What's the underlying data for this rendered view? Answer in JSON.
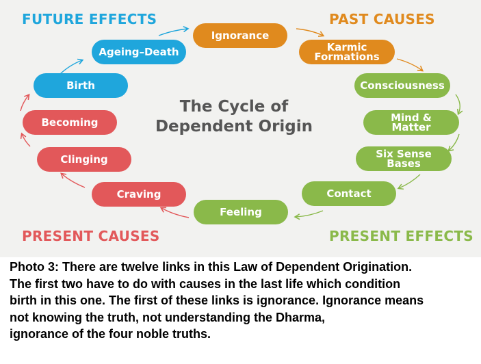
{
  "corners": {
    "future_effects": "FUTURE EFFECTS",
    "past_causes": "PAST CAUSES",
    "present_causes": "PRESENT CAUSES",
    "present_effects": "PRESENT EFFECTS"
  },
  "center_title": "The Cycle of\nDependent Origin",
  "links": {
    "ignorance": "Ignorance",
    "karmic_formations": "Karmic\nFormations",
    "consciousness": "Consciousness",
    "mind_matter": "Mind &\nMatter",
    "six_sense_bases": "Six Sense\nBases",
    "contact": "Contact",
    "feeling": "Feeling",
    "craving": "Craving",
    "clinging": "Clinging",
    "becoming": "Becoming",
    "birth": "Birth",
    "ageing_death": "Ageing–Death"
  },
  "colors": {
    "orange": "#e08a1e",
    "green": "#8ab94a",
    "red": "#e2585a",
    "blue": "#1fa6dc"
  },
  "caption": {
    "line1": "Photo 3: There are twelve links in this Law of Dependent Origination.",
    "line2": "The first two have to do with causes in the last life which condition",
    "line3": "birth in this one. The first of these links is ignorance. Ignorance means",
    "line4": "not knowing the truth, not understanding the Dharma,",
    "line5": "ignorance of the four noble truths."
  }
}
